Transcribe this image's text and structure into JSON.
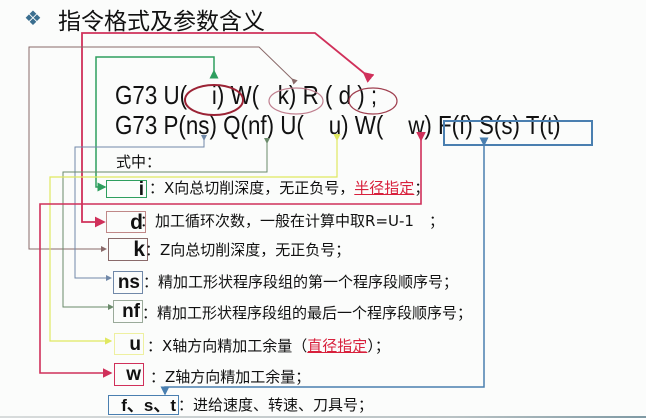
{
  "title": {
    "icon": "diamond-bullet-icon",
    "glyph": "❖",
    "text": "指令格式及参数含义"
  },
  "commands": {
    "line1": "G73 U(    i) W(   k) R ( d ) ;",
    "line2": "G73 P(ns) Q(nf) U(    u) W(    w) F(f) S(s) T(t)"
  },
  "where_label": "式中：",
  "params": [
    {
      "key": "i",
      "label": "i",
      "sep": "：",
      "desc": "X向总切削深度，无正负号，",
      "highlight": "半径指定",
      "tail": "；",
      "color": "#2e9e5e"
    },
    {
      "key": "d",
      "label": "d",
      "sep": "：",
      "desc": "加工循环次数，一般在计算中取R=U-1　；",
      "color": "#c06070"
    },
    {
      "key": "k",
      "label": "k",
      "sep": "：",
      "desc": "Z向总切削深度，无正负号；",
      "color": "#8a6a6a"
    },
    {
      "key": "ns",
      "label": "ns",
      "sep": "：",
      "desc": "精加工形状程序段组的第一个程序段顺序号；",
      "color": "#7088a8"
    },
    {
      "key": "nf",
      "label": "nf",
      "sep": "：",
      "desc": "精加工形状程序段组的最后一个程序段顺序号；",
      "color": "#6a8a6a"
    },
    {
      "key": "u",
      "label": "u",
      "sep": "：",
      "desc": "X轴方向精加工余量（",
      "highlight": "直径指定",
      "tail": "）；",
      "color": "#e0e860"
    },
    {
      "key": "w",
      "label": "w",
      "sep": "：",
      "desc": "Z轴方向精加工余量；",
      "color": "#d0305a"
    },
    {
      "key": "fst",
      "label": "f、s、t",
      "sep": "：",
      "desc": "进给速度、转速、刀具号；",
      "color": "#4a7fb0"
    }
  ],
  "colors": {
    "d_line": "#d0305a",
    "ellipse_i": "#9b2335",
    "ellipse_k": "#c08090",
    "ellipse_d": "#a04050",
    "fst_box": "#4a7fb0"
  }
}
